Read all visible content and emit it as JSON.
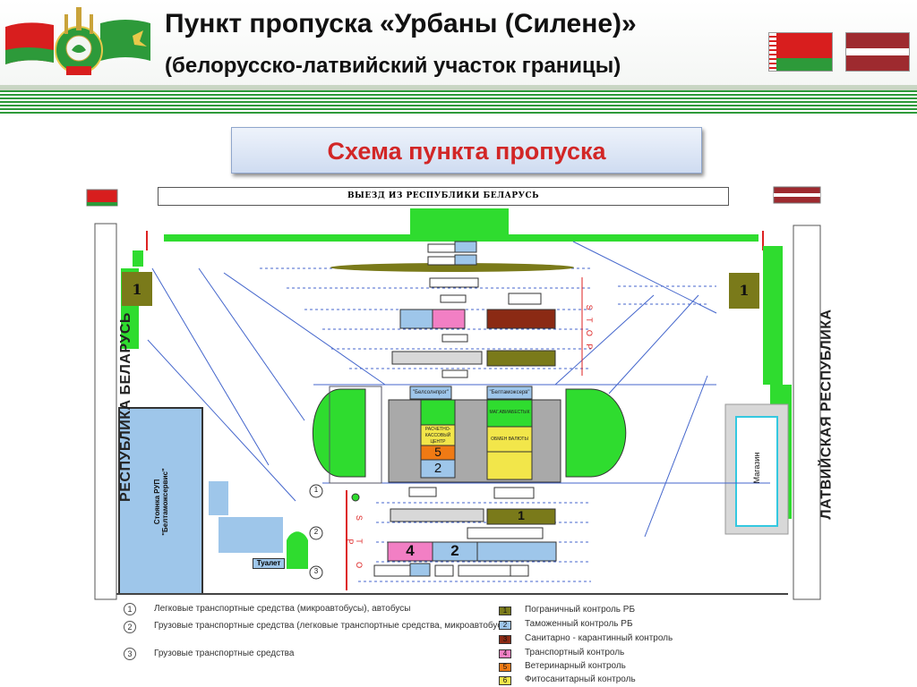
{
  "header": {
    "title": "Пункт пропуска «Урбаны (Силене)»",
    "subtitle": "(белорусско-латвийский участок границы)"
  },
  "banner": {
    "text": "Схема пункта пропуска"
  },
  "diagram": {
    "exit_label": "ВЫЕЗД ИЗ РЕСПУБЛИКИ БЕЛАРУСЬ",
    "left_side": "РЕСПУБЛИКА БЕЛАРУСЬ",
    "right_side": "ЛАТВИЙСКАЯ РЕСПУБЛИКА",
    "parking": "Стоянка РУП \"Белтаможсервис\"",
    "toilet": "Туалет",
    "shop": "Магазин",
    "stop": "S T O P",
    "stop_small": "S T O P",
    "center_left_header": "\"Белсолнпрог\"",
    "center_left_block": "РАСЧЕТНО-КАССОВЫЙ ЦЕНТР",
    "center_right_header": "\"Белтаможсерв\"",
    "center_right_block1": "МАГ.АВИАБЕСТЫК",
    "center_right_block2": "ОБМЕН ВАЛЮТЫ",
    "zone_one": "1",
    "zone_four": "4",
    "zone_two": "2",
    "zone_five": "5",
    "lane_marks": [
      "1",
      "2",
      "3"
    ]
  },
  "legend": {
    "left": [
      {
        "num": "1",
        "text": "Легковые транспортные средства (микроавтобусы), автобусы"
      },
      {
        "num": "2",
        "text": "Грузовые транспортные средства (легковые транспортные средства, микроавтобусы)"
      },
      {
        "num": "3",
        "text": "Грузовые транспортные средства"
      }
    ],
    "right": [
      {
        "num": "1",
        "text": "Пограничный контроль РБ",
        "color": "#7a7a1a"
      },
      {
        "num": "2",
        "text": "Таможенный контроль РБ",
        "color": "#9ec6ea"
      },
      {
        "num": "3",
        "text": "Санитарно - карантинный контроль",
        "color": "#8b2a14"
      },
      {
        "num": "4",
        "text": "Транспортный контроль",
        "color": "#f27fc4"
      },
      {
        "num": "5",
        "text": "Ветеринарный контроль",
        "color": "#f07a14"
      },
      {
        "num": "6",
        "text": "Фитосанитарный контроль",
        "color": "#f2e64a"
      }
    ]
  },
  "colors": {
    "green": "#2fdc2f",
    "accent_red": "#d22626",
    "belarus_red": "#d81e1e",
    "belarus_green": "#2d9a3a",
    "latvia_red": "#9e2a2f"
  }
}
